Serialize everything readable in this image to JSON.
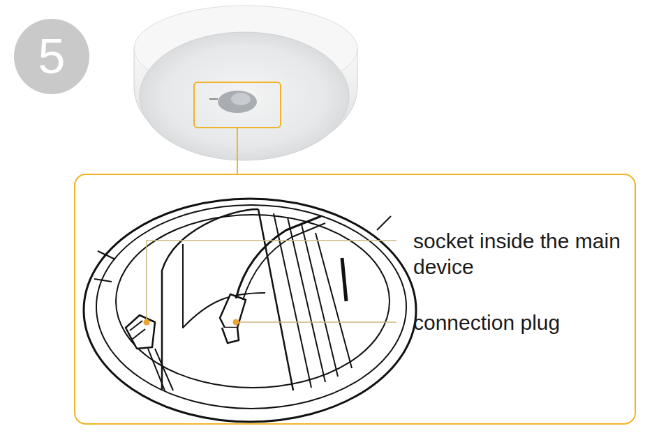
{
  "diagram": {
    "nodes": [
      {
        "text": [
          "5"
        ]
      }
    ],
    "labels": [
      "socket inside the main device",
      "connection plug"
    ]
  }
}
